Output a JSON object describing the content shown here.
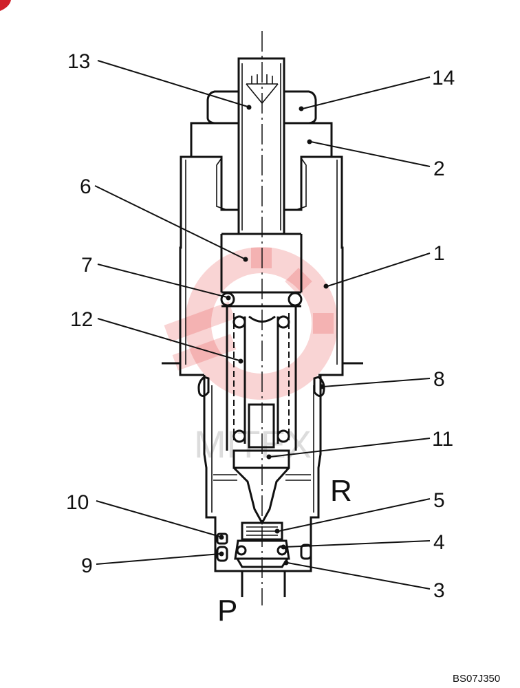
{
  "drawing_code": "BS07J350",
  "port_labels": {
    "p": "P",
    "r": "R"
  },
  "callouts": [
    {
      "id": "13",
      "text": "13"
    },
    {
      "id": "14",
      "text": "14"
    },
    {
      "id": "2",
      "text": "2"
    },
    {
      "id": "6",
      "text": "6"
    },
    {
      "id": "1",
      "text": "1"
    },
    {
      "id": "7",
      "text": "7"
    },
    {
      "id": "12",
      "text": "12"
    },
    {
      "id": "8",
      "text": "8"
    },
    {
      "id": "11",
      "text": "11"
    },
    {
      "id": "10",
      "text": "10"
    },
    {
      "id": "5",
      "text": "5"
    },
    {
      "id": "4",
      "text": "4"
    },
    {
      "id": "9",
      "text": "9"
    },
    {
      "id": "3",
      "text": "3"
    }
  ],
  "colors": {
    "line": "#111111",
    "watermark": "#e23a3a"
  }
}
